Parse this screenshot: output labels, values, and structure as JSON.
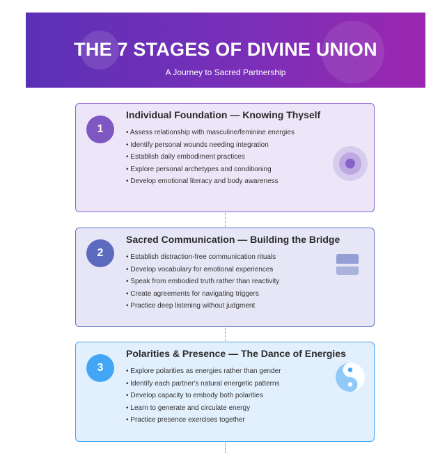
{
  "header": {
    "title": "THE 7 STAGES OF DIVINE UNION",
    "subtitle": "A Journey to Sacred Partnership"
  },
  "stages": [
    {
      "number": "1",
      "title": "Individual Foundation — Knowing Thyself",
      "icon": "concentric-circle-icon",
      "items": [
        "Assess relationship with masculine/feminine energies",
        "Identify personal wounds needing integration",
        "Establish daily embodiment practices",
        "Explore personal archetypes and conditioning",
        "Develop emotional literacy and body awareness"
      ]
    },
    {
      "number": "2",
      "title": "Sacred Communication — Building the Bridge",
      "icon": "speech-bubbles-icon",
      "items": [
        "Establish distraction-free communication rituals",
        "Develop vocabulary for emotional experiences",
        "Speak from embodied truth rather than reactivity",
        "Create agreements for navigating triggers",
        "Practice deep listening without judgment"
      ]
    },
    {
      "number": "3",
      "title": "Polarities & Presence — The Dance of Energies",
      "icon": "yin-yang-icon",
      "items": [
        "Explore polarities as energies rather than gender",
        "Identify each partner's natural energetic patterns",
        "Develop capacity to embody both polarities",
        "Learn to generate and circulate energy",
        "Practice presence exercises together"
      ]
    }
  ],
  "colors": {
    "stage1": "#7e57c2",
    "stage2": "#5c6bc0",
    "stage3": "#42a5f5",
    "banner_start": "#5b30b6",
    "banner_end": "#9b27b0"
  }
}
